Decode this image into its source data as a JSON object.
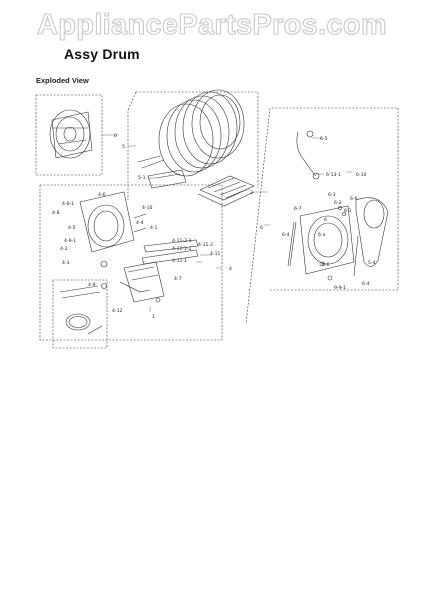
{
  "watermark": {
    "text": "AppliancePartsPros.com"
  },
  "header": {
    "title": "Assy Drum",
    "subtitle": "Exploded View"
  },
  "callouts": {
    "c0": "0",
    "c5": "5",
    "c51": "5-1",
    "c2": "2",
    "c6": "6",
    "c65": "6-5",
    "c6131": "6-13-1",
    "c610": "6-10",
    "c66": "6-6",
    "c63": "6-3",
    "c67": "6-7",
    "c64": "6-4",
    "c62": "6-2",
    "c61": "6-1",
    "c6b": "6",
    "c6a": "6-a",
    "c54": "5-4",
    "c691": "9-9-1",
    "c6d": "6-6",
    "c64b": "6-4",
    "c4": "4",
    "c461": "4-6-1",
    "c48": "4-8",
    "c46": "4-6",
    "c410": "4-10",
    "c44": "4-4",
    "c41": "4-1",
    "c45": "4-5",
    "c491": "4-9-1",
    "c42": "4-2",
    "c43": "4-3",
    "c4121": "4-11-2-1",
    "c4122": "4-11-2-2",
    "c4112": "4-11-2",
    "c411": "4-11",
    "c4111": "4-11-1",
    "c47": "4-7",
    "c49": "4-9",
    "c412": "4-12",
    "c1": "1"
  },
  "colors": {
    "ink": "#222222",
    "watermark_fill": "#ffffff",
    "watermark_stroke": "#c8c8c8",
    "dash": "#555555"
  }
}
